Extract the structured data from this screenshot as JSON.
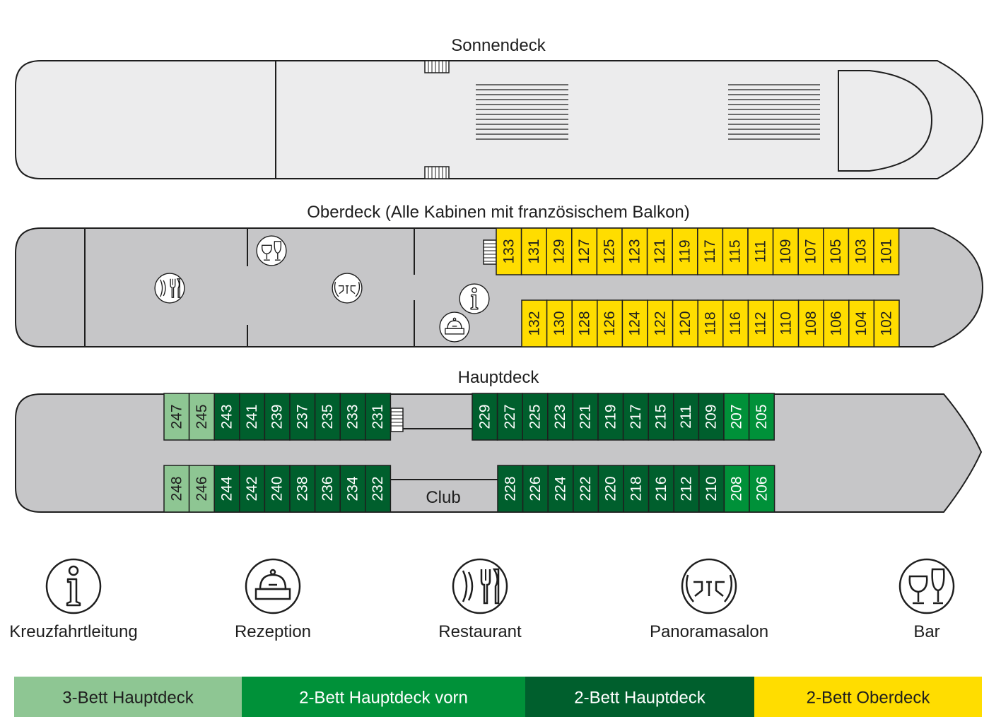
{
  "decks": {
    "sonnendeck": {
      "title": "Sonnendeck"
    },
    "oberdeck": {
      "title": "Oberdeck (Alle Kabinen mit französischem Balkon)",
      "top_cabins": [
        "133",
        "131",
        "129",
        "127",
        "125",
        "123",
        "121",
        "119",
        "117",
        "115",
        "111",
        "109",
        "107",
        "105",
        "103",
        "101"
      ],
      "bottom_cabins": [
        "132",
        "130",
        "128",
        "126",
        "124",
        "122",
        "120",
        "118",
        "116",
        "112",
        "110",
        "108",
        "106",
        "104",
        "102"
      ],
      "cabin_category": "2-bett-oberdeck"
    },
    "hauptdeck": {
      "title": "Hauptdeck",
      "top_left_cabins": [
        {
          "num": "247",
          "cat": "3-bett"
        },
        {
          "num": "245",
          "cat": "3-bett"
        },
        {
          "num": "243",
          "cat": "2-bett"
        },
        {
          "num": "241",
          "cat": "2-bett"
        },
        {
          "num": "239",
          "cat": "2-bett"
        },
        {
          "num": "237",
          "cat": "2-bett"
        },
        {
          "num": "235",
          "cat": "2-bett"
        },
        {
          "num": "233",
          "cat": "2-bett"
        },
        {
          "num": "231",
          "cat": "2-bett"
        }
      ],
      "top_right_cabins": [
        {
          "num": "229",
          "cat": "2-bett"
        },
        {
          "num": "227",
          "cat": "2-bett"
        },
        {
          "num": "225",
          "cat": "2-bett"
        },
        {
          "num": "223",
          "cat": "2-bett"
        },
        {
          "num": "221",
          "cat": "2-bett"
        },
        {
          "num": "219",
          "cat": "2-bett"
        },
        {
          "num": "217",
          "cat": "2-bett"
        },
        {
          "num": "215",
          "cat": "2-bett"
        },
        {
          "num": "211",
          "cat": "2-bett"
        },
        {
          "num": "209",
          "cat": "2-bett"
        },
        {
          "num": "207",
          "cat": "2-bett-vorn"
        },
        {
          "num": "205",
          "cat": "2-bett-vorn"
        }
      ],
      "bottom_left_cabins": [
        {
          "num": "248",
          "cat": "3-bett"
        },
        {
          "num": "246",
          "cat": "3-bett"
        },
        {
          "num": "244",
          "cat": "2-bett"
        },
        {
          "num": "242",
          "cat": "2-bett"
        },
        {
          "num": "240",
          "cat": "2-bett"
        },
        {
          "num": "238",
          "cat": "2-bett"
        },
        {
          "num": "236",
          "cat": "2-bett"
        },
        {
          "num": "234",
          "cat": "2-bett"
        },
        {
          "num": "232",
          "cat": "2-bett"
        }
      ],
      "bottom_right_cabins": [
        {
          "num": "228",
          "cat": "2-bett"
        },
        {
          "num": "226",
          "cat": "2-bett"
        },
        {
          "num": "224",
          "cat": "2-bett"
        },
        {
          "num": "222",
          "cat": "2-bett"
        },
        {
          "num": "220",
          "cat": "2-bett"
        },
        {
          "num": "218",
          "cat": "2-bett"
        },
        {
          "num": "216",
          "cat": "2-bett"
        },
        {
          "num": "212",
          "cat": "2-bett"
        },
        {
          "num": "210",
          "cat": "2-bett"
        },
        {
          "num": "208",
          "cat": "2-bett-vorn"
        },
        {
          "num": "206",
          "cat": "2-bett-vorn"
        }
      ],
      "club_label": "Club"
    }
  },
  "icon_legend": [
    {
      "icon": "info-icon",
      "label": "Kreuzfahrtleitung"
    },
    {
      "icon": "reception-bell-icon",
      "label": "Rezeption"
    },
    {
      "icon": "restaurant-icon",
      "label": "Restaurant"
    },
    {
      "icon": "panorama-lounge-icon",
      "label": "Panoramasalon"
    },
    {
      "icon": "bar-glasses-icon",
      "label": "Bar"
    }
  ],
  "color_legend": [
    {
      "key": "3-bett",
      "label": "3-Bett Hauptdeck",
      "color": "#8ec693",
      "text_color": "#1e1e1e"
    },
    {
      "key": "2-bett-vorn",
      "label": "2-Bett Hauptdeck vorn",
      "color": "#009139",
      "text_color": "#ffffff"
    },
    {
      "key": "2-bett",
      "label": "2-Bett Hauptdeck",
      "color": "#005f2d",
      "text_color": "#ffffff"
    },
    {
      "key": "2-bett-oberdeck",
      "label": "2-Bett Oberdeck",
      "color": "#ffdd00",
      "text_color": "#1e1e1e"
    }
  ],
  "colors": {
    "sun_deck_fill": "#ececed",
    "deck_fill": "#c6c6c8",
    "outline": "#1e1e1e"
  }
}
